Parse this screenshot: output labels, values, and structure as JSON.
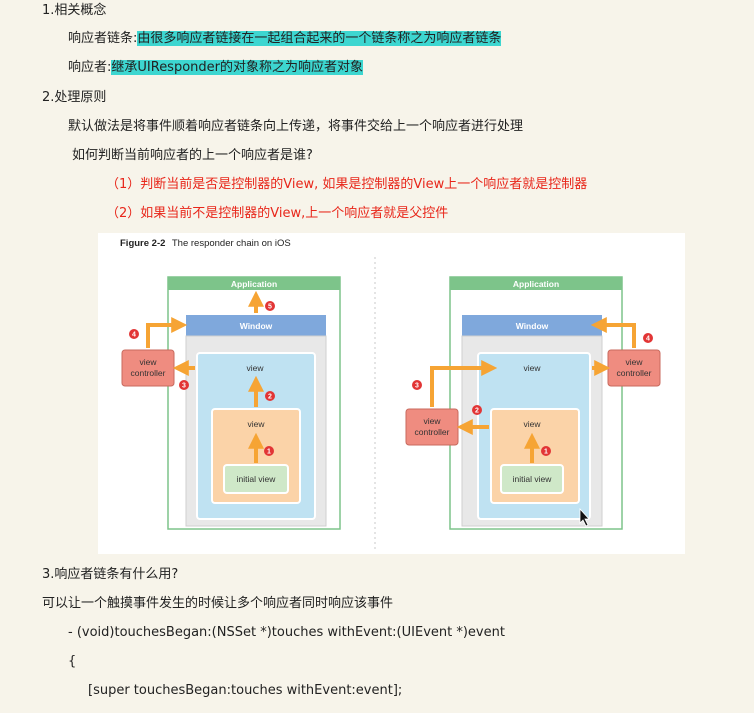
{
  "section1": {
    "heading": "1.相关概念",
    "line1_label": "响应者链条:",
    "line1_text": "由很多响应者链接在一起组合起来的一个链条称之为响应者链条",
    "line2_label": "响应者:",
    "line2_text": "继承UIResponder的对象称之为响应者对象"
  },
  "section2": {
    "heading": "2.处理原则",
    "default_text": "默认做法是将事件顺着响应者链条向上传递，将事件交给上一个响应者进行处理",
    "question": "如何判断当前响应者的上一个响应者是谁?",
    "rule1": "（1）判断当前是否是控制器的View, 如果是控制器的View上一个响应者就是控制器",
    "rule2": "（2）如果当前不是控制器的View,上一个响应者就是父控件"
  },
  "figure": {
    "caption_num": "Figure 2-2",
    "caption_text": "The responder chain on iOS",
    "left": {
      "application": "Application",
      "window": "Window",
      "vc_line1": "view",
      "vc_line2": "controller",
      "outer_view": "view",
      "inner_view": "view",
      "initial_view": "initial view",
      "badges": [
        "1",
        "2",
        "3",
        "4",
        "5"
      ]
    },
    "right": {
      "application": "Application",
      "window": "Window",
      "vc_right_line1": "view",
      "vc_right_line2": "controller",
      "vc_left_line1": "view",
      "vc_left_line2": "controller",
      "outer_view": "view",
      "inner_view": "view",
      "initial_view": "initial view",
      "badges": [
        "1",
        "2",
        "3",
        "4"
      ]
    },
    "colors": {
      "app_green": "#7dc48a",
      "window_blue": "#7fa8dc",
      "vc_red": "#ef8c80",
      "view_blue": "#bfe2f2",
      "inner_orange": "#fbd3a8",
      "initial_green": "#cfe8c8",
      "arrow": "#f6a434",
      "badge": "#e23535"
    }
  },
  "section3": {
    "heading": "3.响应者链条有什么用?",
    "desc": "可以让一个触摸事件发生的时候让多个响应者同时响应该事件",
    "code1": "- (void)touchesBegan:(NSSet *)touches withEvent:(UIEvent *)event",
    "code2": "{",
    "code3": "[super touchesBegan:touches withEvent:event];"
  }
}
